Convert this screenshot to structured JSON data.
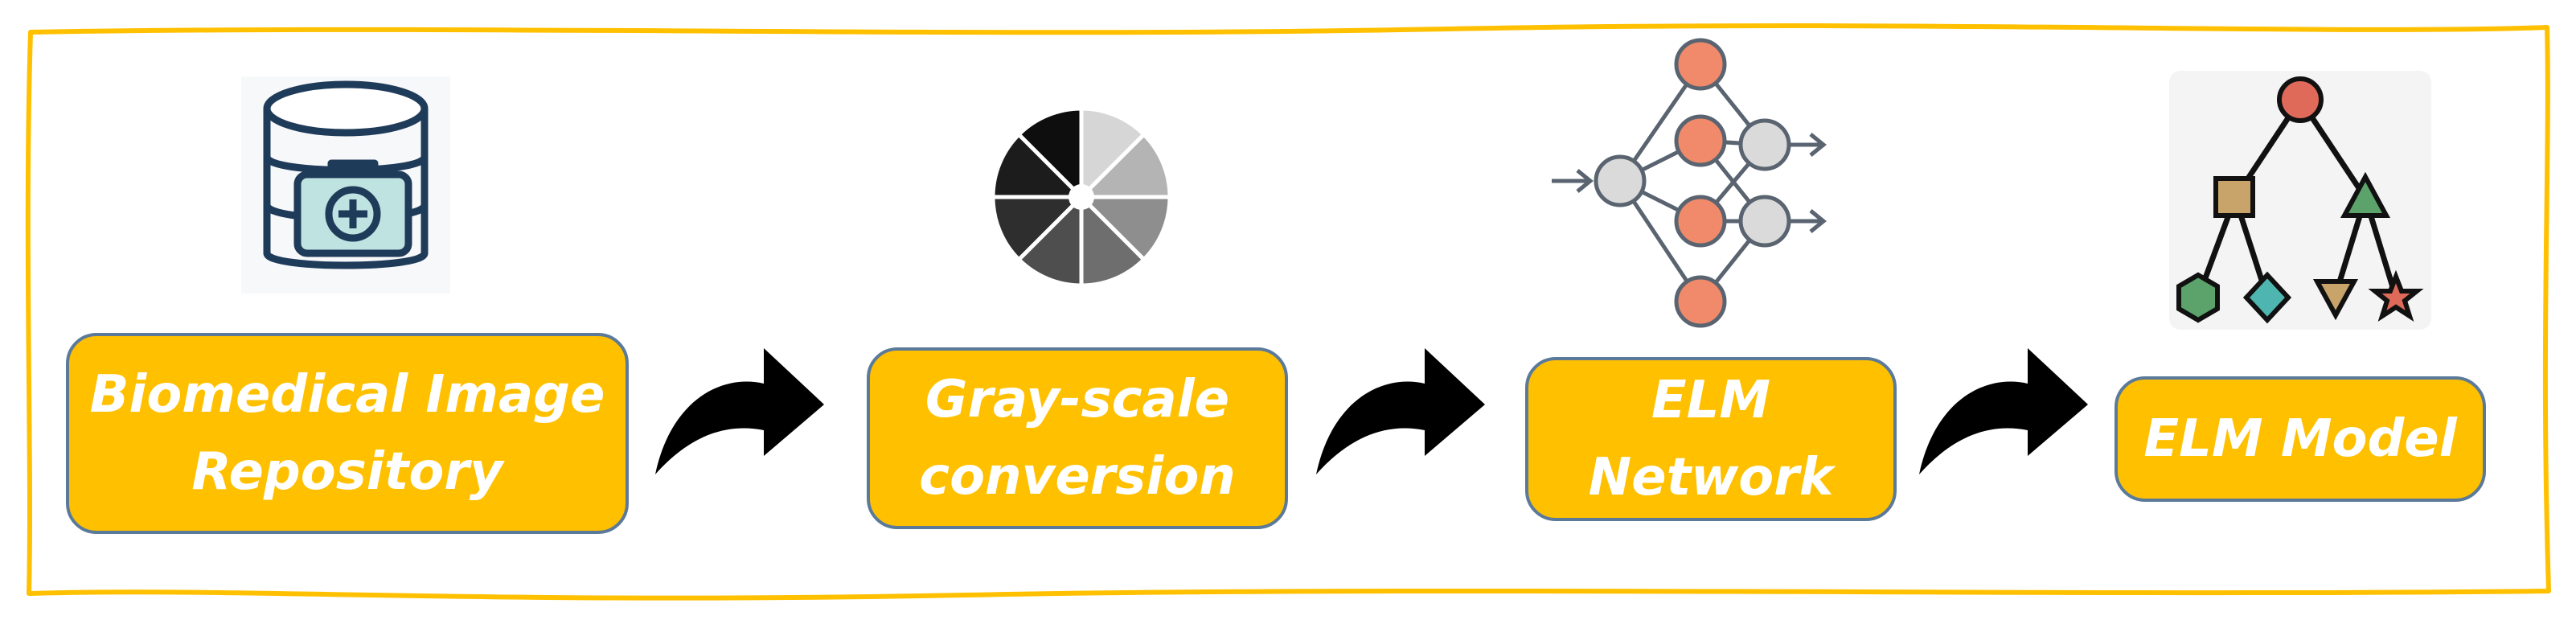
{
  "diagram": {
    "border_color": "#FFC000",
    "box_fill": "#FFC000",
    "box_border": "#5B7A9A",
    "label_color": "#ffffff",
    "steps": [
      {
        "line1": "Biomedical Image",
        "line2": "Repository",
        "icon": "database-medical-kit-icon"
      },
      {
        "line1": "Gray-scale",
        "line2": "conversion",
        "icon": "grayscale-wheel-icon"
      },
      {
        "line1": "ELM",
        "line2": "Network",
        "icon": "neural-network-icon"
      },
      {
        "line1": "ELM Model",
        "icon": "decision-tree-icon"
      }
    ],
    "arrow_icon": "curved-arrow-icon"
  }
}
